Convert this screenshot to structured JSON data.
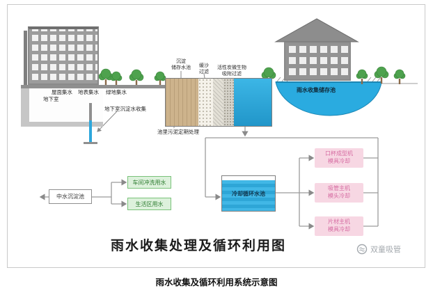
{
  "figure": {
    "caption": "雨水收集及循环利用系统示意图"
  },
  "diagram": {
    "title": "雨水收集处理及循环利用图",
    "watermark": "双童吸管",
    "collection": {
      "roof_water": "屋面集水",
      "surface_water": "地表集水",
      "green_water": "绿地集水",
      "basement": "地下室",
      "basement_note": "地下室沉淀水收集"
    },
    "treatment": {
      "sediment_line1": "沉淀",
      "sediment_line2": "储存水池",
      "filter1_line1": "缓沙",
      "filter1_line2": "过滤",
      "filter2_line1": "活性炭微生物",
      "filter2_line2": "吸附过滤",
      "sludge_note": "池里污泥定期处理"
    },
    "storage": {
      "pond_label": "雨水收集储存池"
    },
    "reuse": {
      "reclaimed_tank": "中水沉淀池",
      "workshop_use": "车间冲洗用水",
      "living_use": "生活区用水",
      "cooling_pool": "冷却循环水池",
      "coolers": [
        {
          "line1": "口杯成型机",
          "line2": "模具冷却"
        },
        {
          "line1": "吸管主机",
          "line2": "模头冷却"
        },
        {
          "line1": "片材主机",
          "line2": "模具冷却"
        }
      ]
    }
  }
}
